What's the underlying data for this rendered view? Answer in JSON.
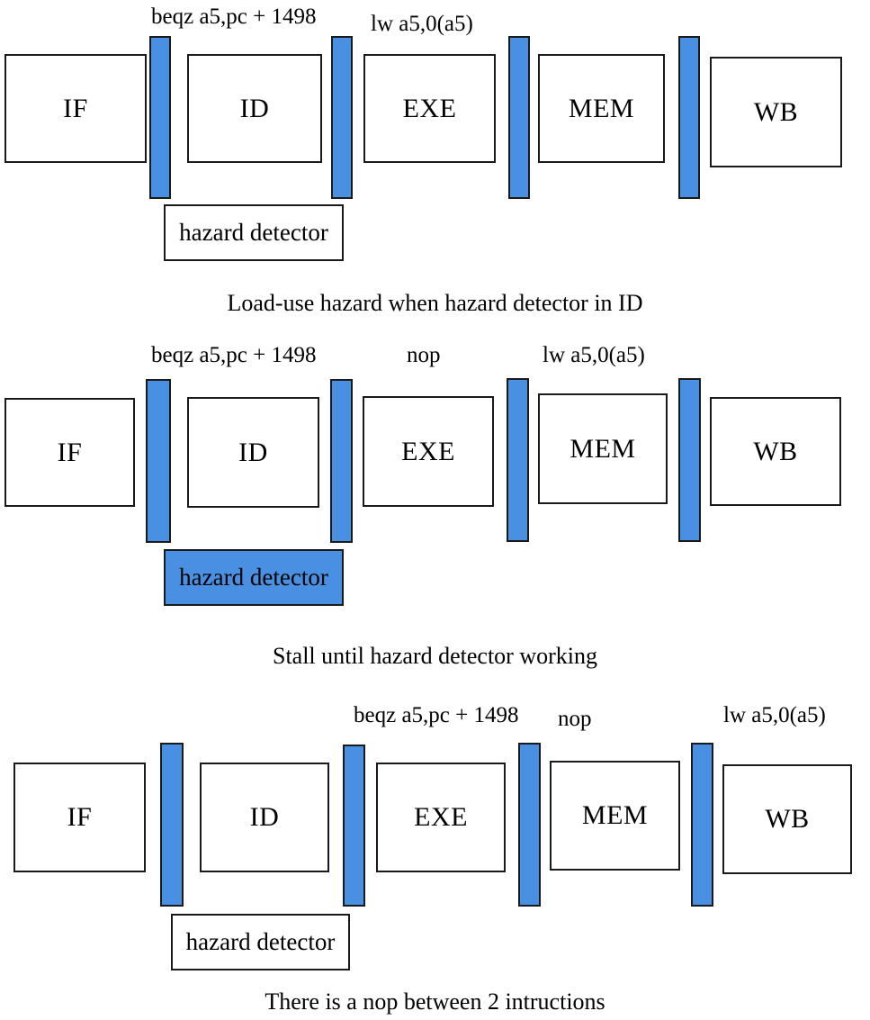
{
  "accent_color": "#4a90e2",
  "diagrams": [
    {
      "stages": [
        "IF",
        "ID",
        "EXE",
        "MEM",
        "WB"
      ],
      "instructions": {
        "id": "beqz a5,pc + 1498",
        "exe": "lw a5,0(a5)"
      },
      "detector": {
        "label": "hazard detector",
        "active": false
      },
      "caption": "Load-use hazard when hazard detector in ID"
    },
    {
      "stages": [
        "IF",
        "ID",
        "EXE",
        "MEM",
        "WB"
      ],
      "instructions": {
        "id": "beqz a5,pc + 1498",
        "exe": "nop",
        "mem": "lw a5,0(a5)"
      },
      "detector": {
        "label": "hazard detector",
        "active": true
      },
      "caption": "Stall until hazard detector working"
    },
    {
      "stages": [
        "IF",
        "ID",
        "EXE",
        "MEM",
        "WB"
      ],
      "instructions": {
        "exe": "beqz a5,pc + 1498",
        "mem": "nop",
        "wb": "lw a5,0(a5)"
      },
      "detector": {
        "label": "hazard detector",
        "active": false
      },
      "caption": "There is a nop between 2 intructions"
    }
  ]
}
